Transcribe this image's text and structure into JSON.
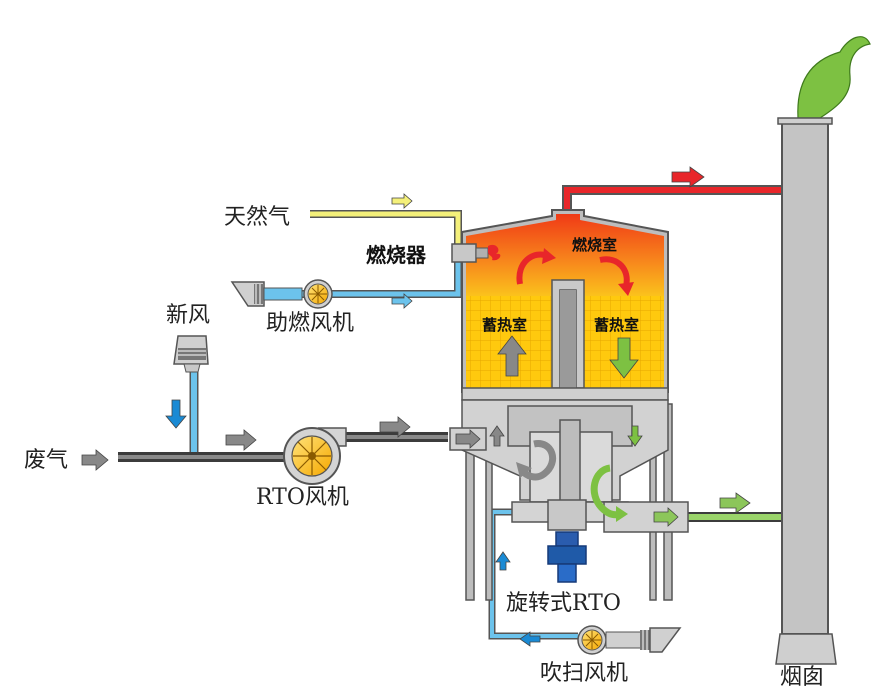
{
  "labels": {
    "natural_gas": "天然气",
    "burner": "燃烧器",
    "combustion_fan": "助燃风机",
    "fresh_air": "新风",
    "waste_gas": "废气",
    "rto_fan": "RTO风机",
    "rotary_rto": "旋转式RTO",
    "purge_fan": "吹扫风机",
    "chimney": "烟囱",
    "combustion_chamber": "燃烧室",
    "regen_left": "蓄热室",
    "regen_right": "蓄热室"
  },
  "colors": {
    "gas_line": "#f2ee6a",
    "air_line": "#6cc3ec",
    "hot_line": "#e8262a",
    "clean_line": "#8cc65a",
    "waste_line": "#555555",
    "equipment_gray": "#c8c8c8",
    "chimney_gray": "#c4c4c4",
    "fire_top": "#f03a16",
    "fire_mid": "#fbb21c",
    "ceramic": "#ffc90e",
    "smoke": "#7dc142",
    "motor_blue": "#1f5aa8"
  }
}
